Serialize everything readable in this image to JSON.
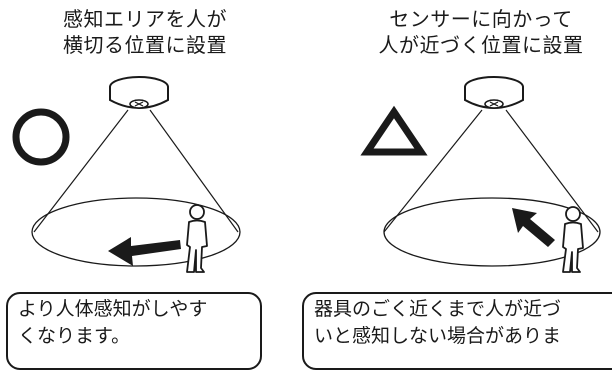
{
  "left_panel": {
    "title_line1": "感知エリアを人が",
    "title_line2": "横切る位置に設置",
    "rating_symbol": "○",
    "rating_meaning": "good",
    "callout_line1": "より人体感知がしやす",
    "callout_line2": "くなります。"
  },
  "right_panel": {
    "title_line1": "センサーに向かって",
    "title_line2": "人が近づく位置に設置",
    "rating_symbol": "△",
    "rating_meaning": "fair",
    "callout_line1": "器具のごく近くまで人が近づ",
    "callout_line2": "いと感知しない場合がありま"
  },
  "icons": {
    "sensor": "ceiling-sensor-icon",
    "person": "walking-person-icon",
    "arrow_left": "movement-arrow-left-icon",
    "arrow_right": "movement-arrow-toward-sensor-icon"
  },
  "colors": {
    "line": "#1a1a1a",
    "background": "#ffffff"
  }
}
